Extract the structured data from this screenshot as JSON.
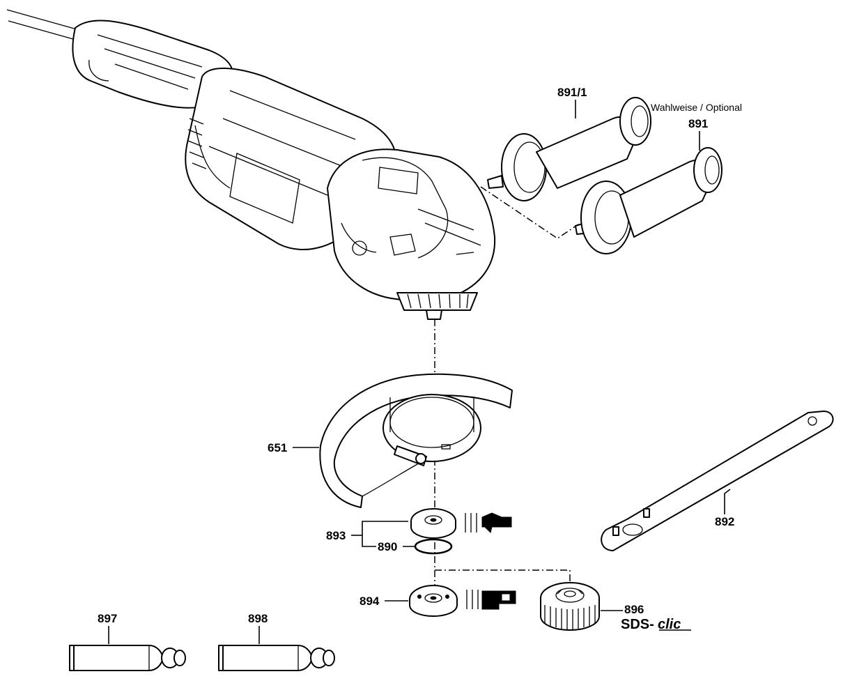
{
  "labels": {
    "p891_1": "891/1",
    "optional_note": "Wahlweise / Optional",
    "p891": "891",
    "p651": "651",
    "p892": "892",
    "p893": "893",
    "p890": "890",
    "p894": "894",
    "p896": "896",
    "sds": "SDS-",
    "clic": "clic",
    "p897": "897",
    "p898": "898"
  }
}
